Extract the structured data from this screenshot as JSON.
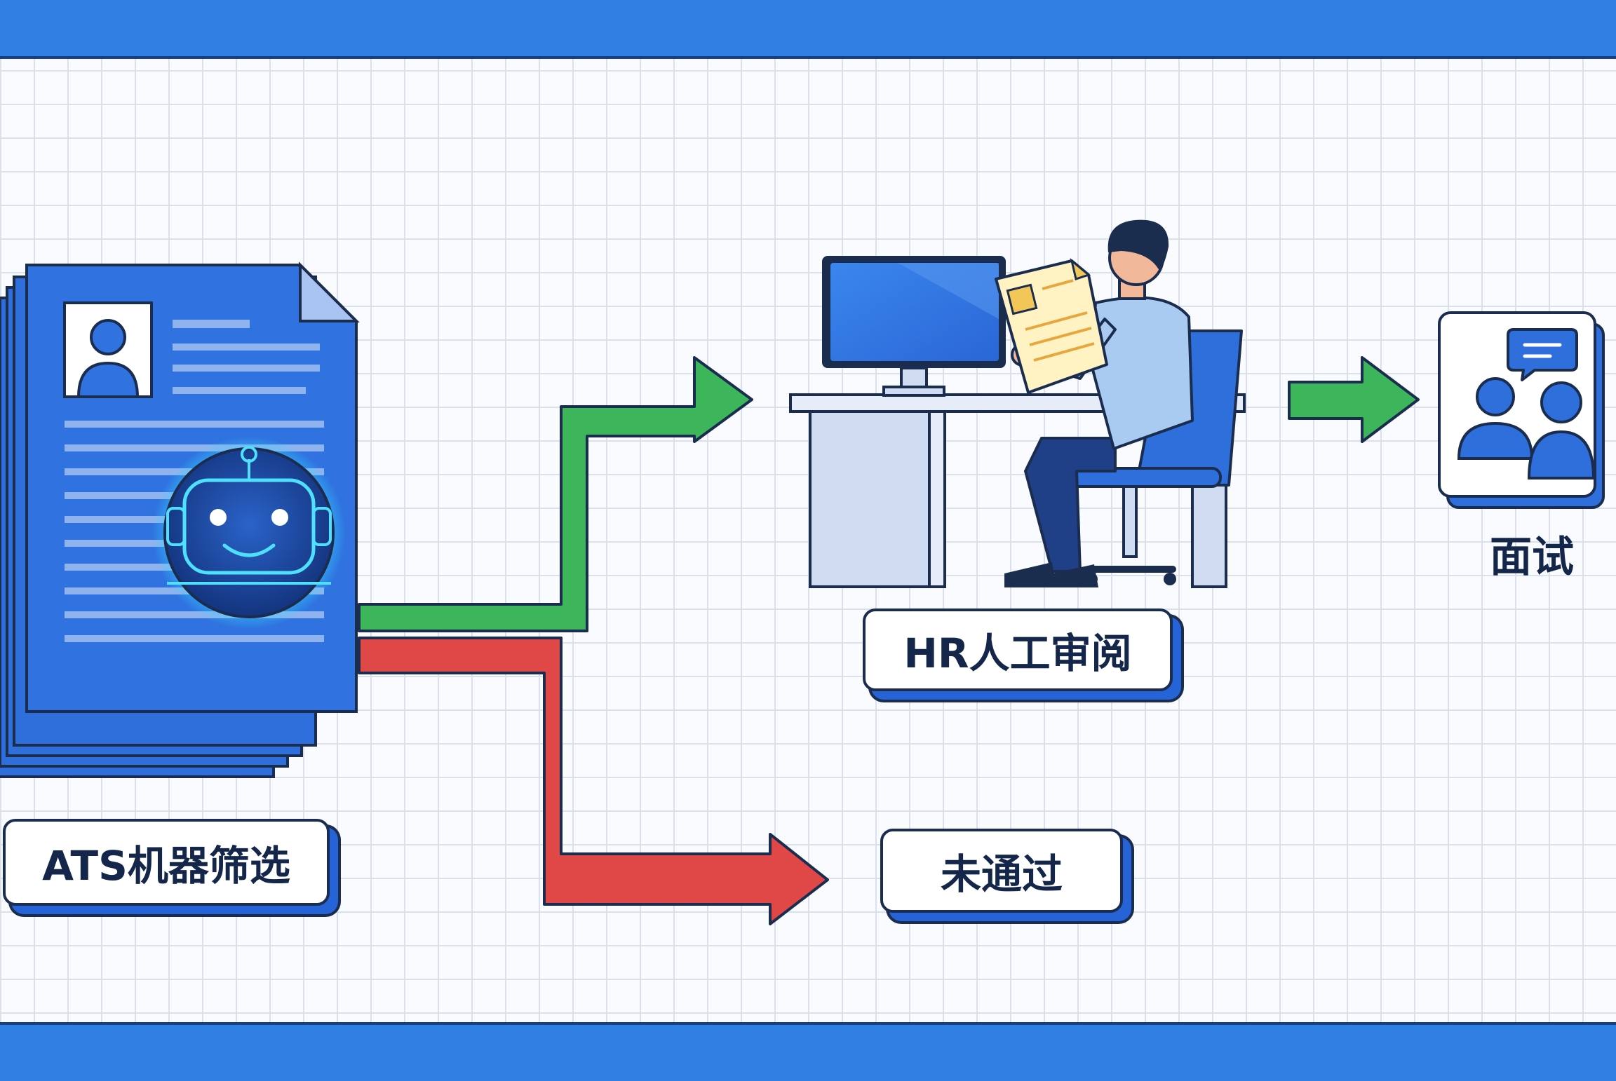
{
  "labels": {
    "ats": "ATS机器筛选",
    "hr": "HR人工审阅",
    "rejected": "未通过",
    "interview": "面试"
  },
  "colors": {
    "band": "#2f7fe2",
    "outline": "#1b2d4f",
    "doc_blue": "#2e6fdc",
    "pass_arrow": "#3cb55b",
    "fail_arrow": "#e04848",
    "glow": "#33d6ff",
    "shadow_blue": "#2563d6"
  },
  "icons": [
    "resume-stack-icon",
    "robot-icon",
    "monitor-icon",
    "desk-icon",
    "reviewer-person-icon",
    "office-chair-icon",
    "resume-document-icon",
    "interview-people-icon",
    "chat-bubble-icon"
  ],
  "flow": [
    {
      "from": "ats",
      "to": "hr",
      "outcome": "pass"
    },
    {
      "from": "ats",
      "to": "rejected",
      "outcome": "fail"
    },
    {
      "from": "hr",
      "to": "interview",
      "outcome": "pass"
    }
  ]
}
